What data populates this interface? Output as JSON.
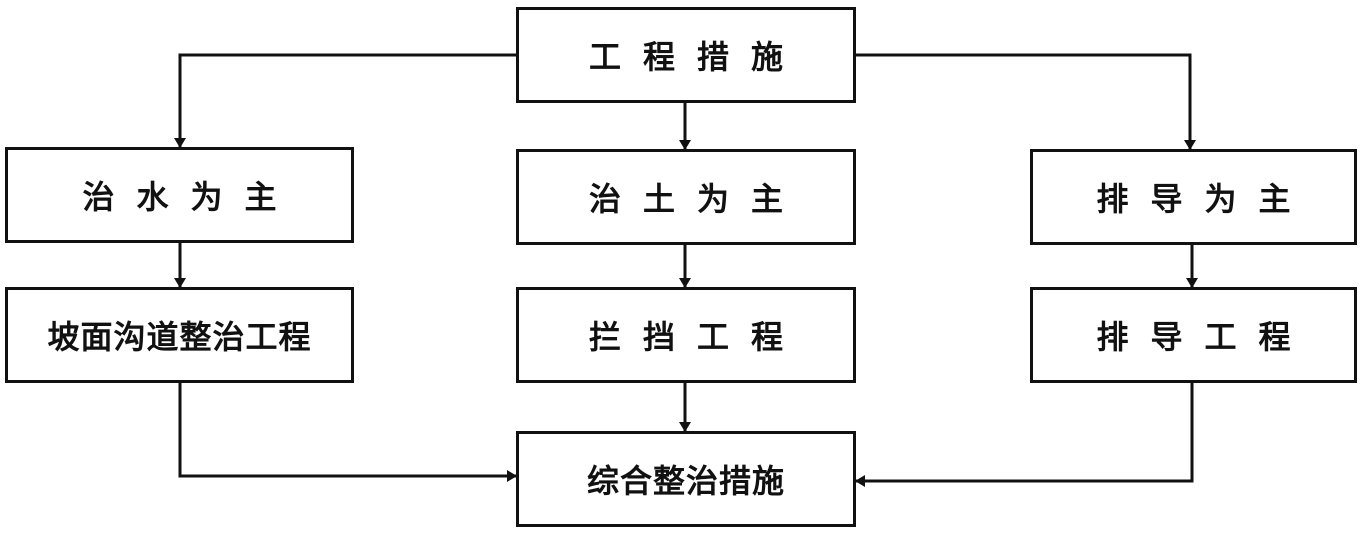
{
  "diagram": {
    "top": "工程措施",
    "left_level1": "治水为主",
    "mid_level1": "治土为主",
    "right_level1": "排导为主",
    "left_level2": "坡面沟道整治工程",
    "mid_level2": "拦挡工程",
    "right_level2": "排导工程",
    "bottom": "综合整治措施"
  },
  "colors": {
    "stroke": "#111111",
    "background": "#ffffff"
  }
}
